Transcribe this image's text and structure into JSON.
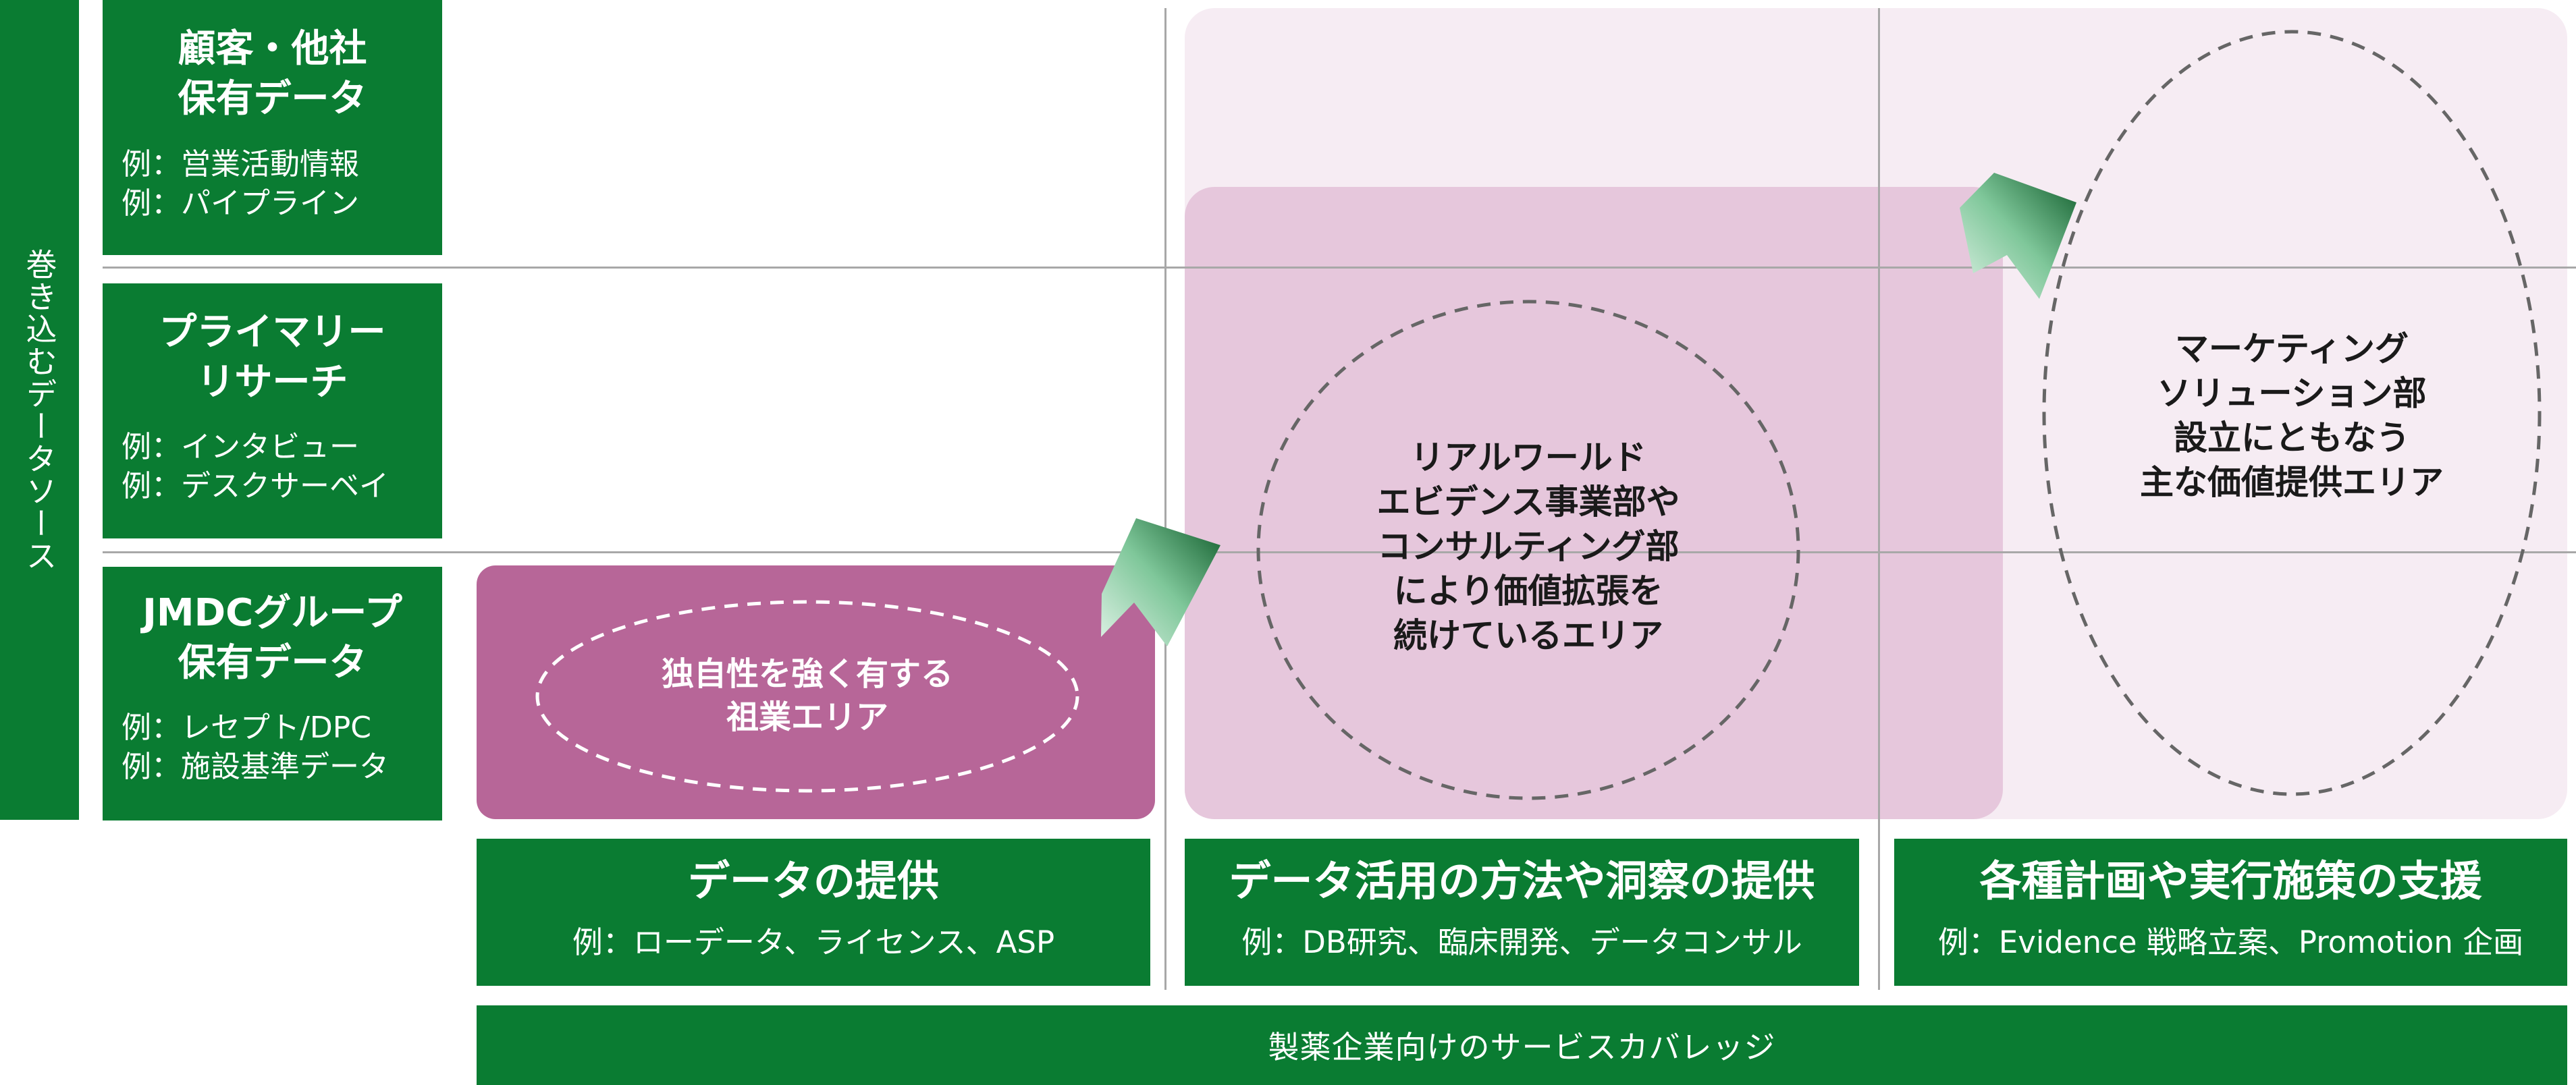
{
  "vertical_label": "巻き込むデータソース",
  "sources": [
    {
      "title_lines": [
        "顧客・他社",
        "保有データ"
      ],
      "examples": [
        "例：営業活動情報",
        "例：パイプライン"
      ]
    },
    {
      "title_lines": [
        "プライマリー",
        "リサーチ"
      ],
      "examples": [
        "例：インタビュー",
        "例：デスクサーベイ"
      ]
    },
    {
      "title_lines": [
        "JMDCグループ",
        "保有データ"
      ],
      "examples": [
        "例：レセプト/DPC",
        "例：施設基準データ"
      ]
    }
  ],
  "areas": {
    "origin": {
      "lines": [
        "独自性を強く有する",
        "祖業エリア"
      ]
    },
    "rwe": {
      "lines": [
        "リアルワールド",
        "エビデンス事業部や",
        "コンサルティング部",
        "により価値拡張を",
        "続けているエリア"
      ]
    },
    "marketing": {
      "lines": [
        "マーケティング",
        "ソリューション部",
        "設立にともなう",
        "主な価値提供エリア"
      ]
    }
  },
  "services": [
    {
      "title": "データの提供",
      "example": "例：ローデータ、ライセンス、ASP"
    },
    {
      "title": "データ活用の方法や洞察の提供",
      "example": "例：DB研究、臨床開発、データコンサル"
    },
    {
      "title": "各種計画や実行施策の支援",
      "example": "例：Evidence 戦略立案、Promotion 企画"
    }
  ],
  "coverage_label": "製薬企業向けのサービスカバレッジ",
  "colors": {
    "green": "#0a7c32",
    "pink_dark": "#b76698",
    "pink_mid": "#e6c7dc",
    "pink_light": "#f6ecf3"
  }
}
